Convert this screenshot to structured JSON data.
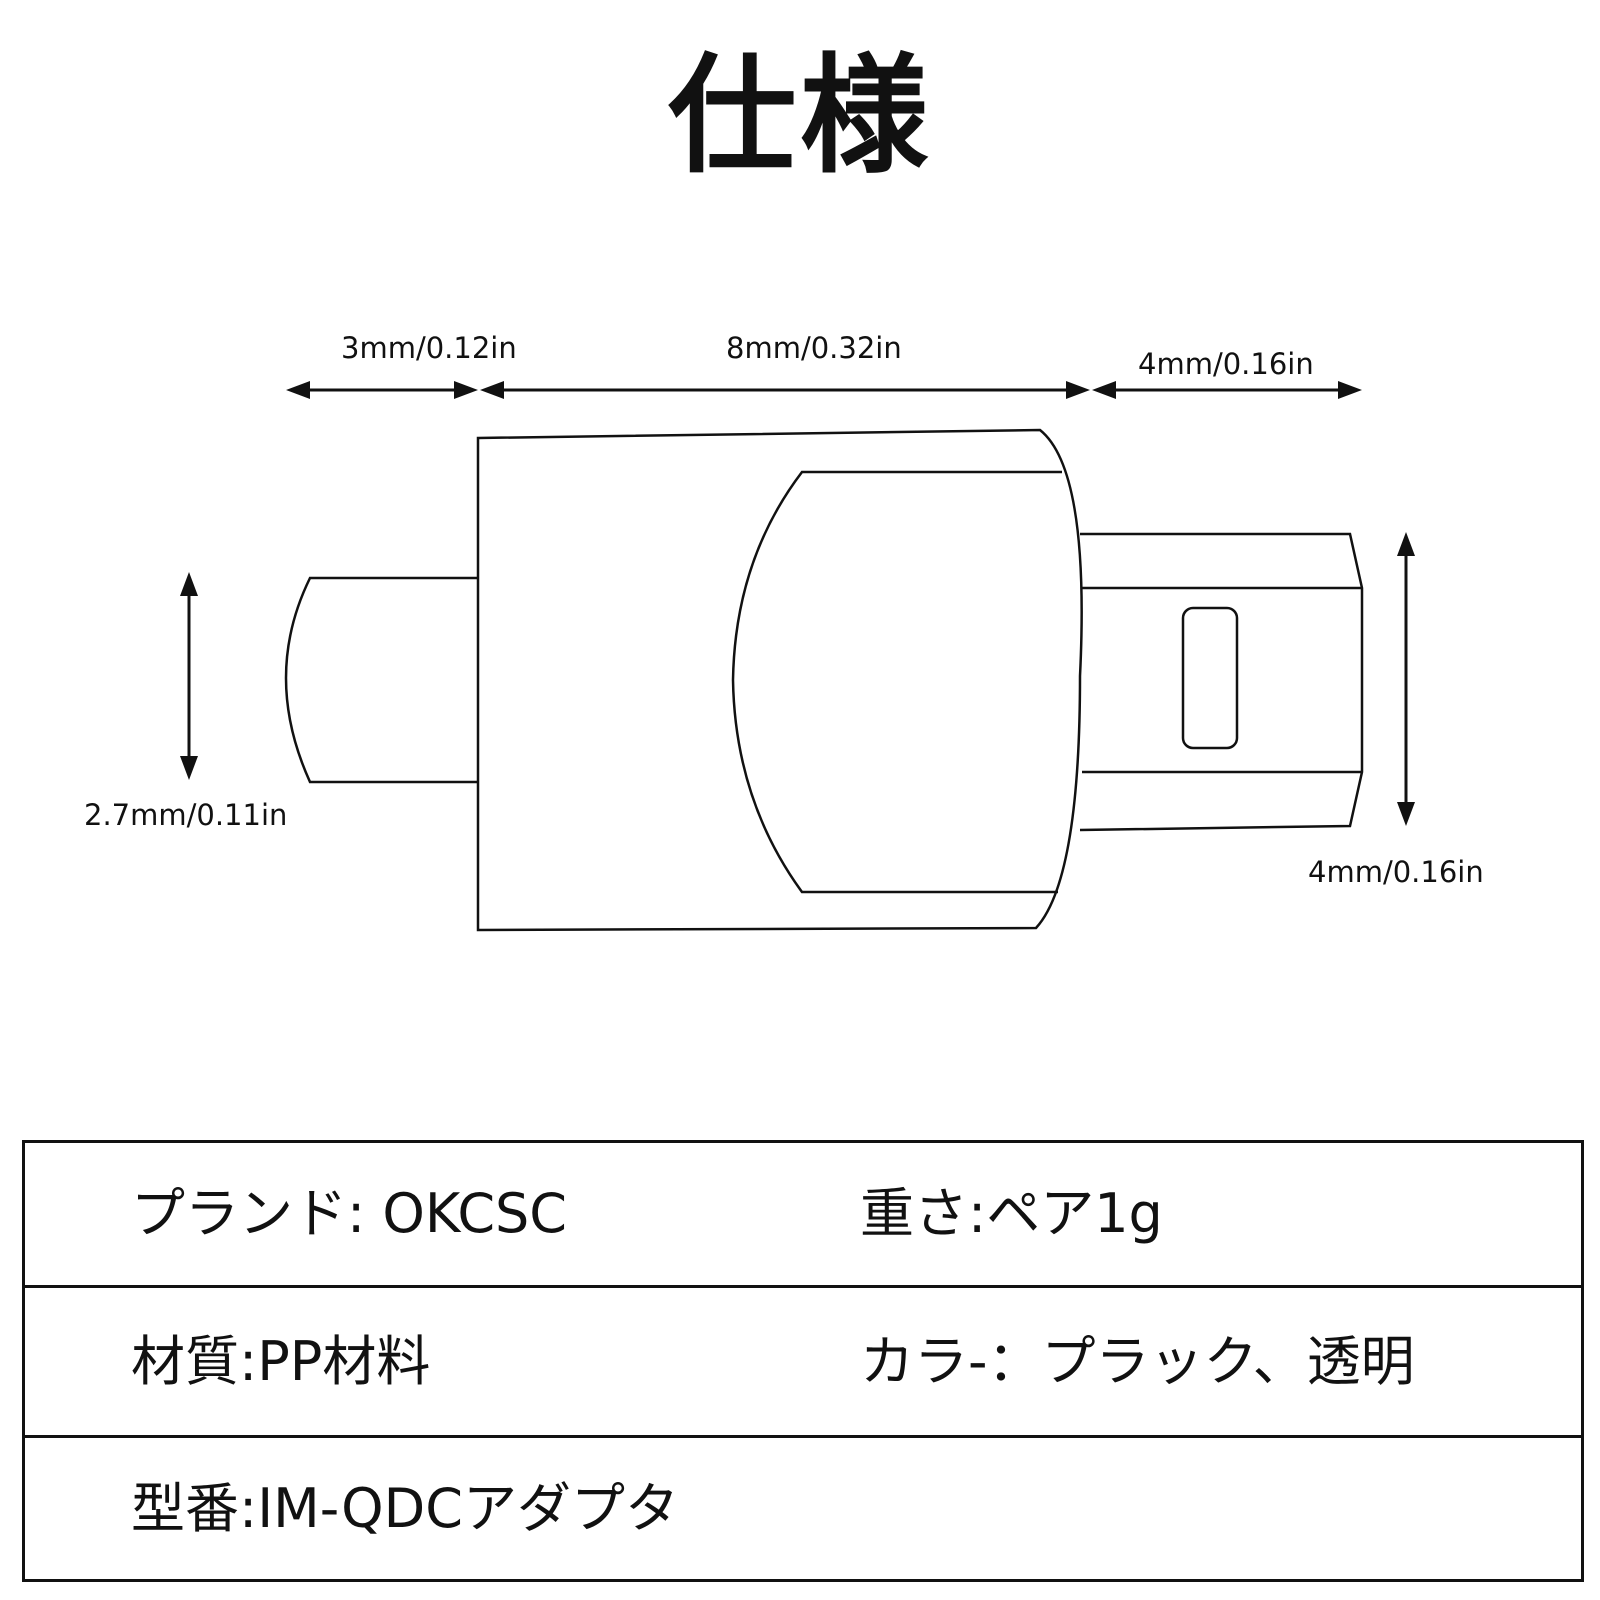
{
  "title": "仕様",
  "dimensions": {
    "top_left": "3mm/0.12in",
    "top_middle": "8mm/0.32in",
    "top_right": "4mm/0.16in",
    "left_height": "2.7mm/0.11in",
    "right_height": "4mm/0.16in"
  },
  "specs": {
    "rows": [
      {
        "left": "プランド: OKCSC",
        "right": "重さ:ペア1g"
      },
      {
        "left": "材質:PP材料",
        "right": "カラ-：プラック、透明"
      },
      {
        "left": "型番:IM-QDCアダプタ",
        "right": ""
      }
    ]
  }
}
